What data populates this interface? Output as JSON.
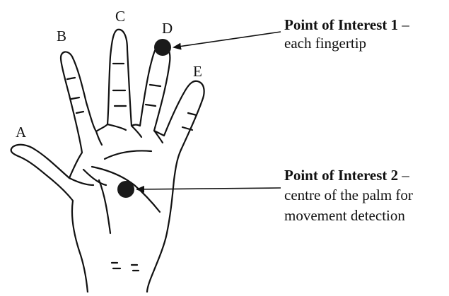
{
  "finger_labels": {
    "a": "A",
    "b": "B",
    "c": "C",
    "d": "D",
    "e": "E"
  },
  "poi1": {
    "title": "Point of Interest 1",
    "dash": " –",
    "desc_line1": "each fingertip"
  },
  "poi2": {
    "title": "Point of Interest 2",
    "dash": " –",
    "desc_line1": "centre of the palm for",
    "desc_line2": "movement detection"
  },
  "colors": {
    "ink": "#111111",
    "marker": "#1a1a1a",
    "background": "#ffffff"
  }
}
